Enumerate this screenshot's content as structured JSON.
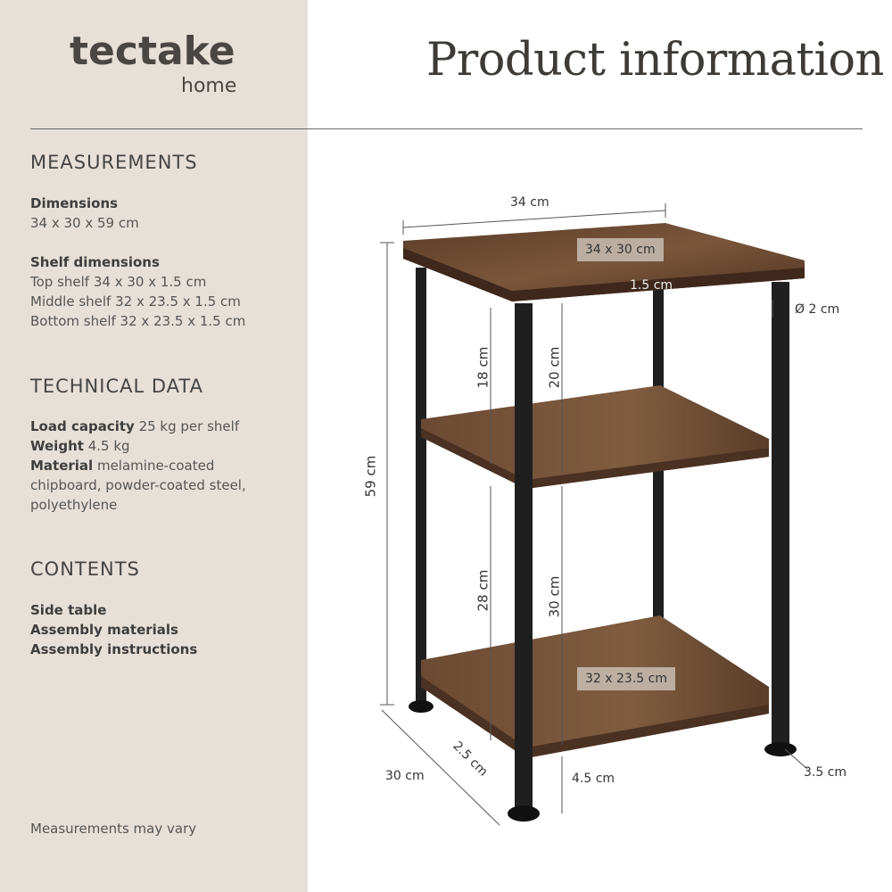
{
  "brand": {
    "name": "tectake",
    "sub": "home"
  },
  "heading": "Product information",
  "measurements": {
    "title": "MEASUREMENTS",
    "dimensions_label": "Dimensions",
    "dimensions_value": "34 x 30 x 59 cm",
    "shelf_label": "Shelf dimensions",
    "top_shelf": "Top shelf 34 x 30 x 1.5 cm",
    "middle_shelf": "Middle shelf 32 x 23.5 x 1.5 cm",
    "bottom_shelf": "Bottom shelf 32 x 23.5 x 1.5 cm"
  },
  "technical": {
    "title": "TECHNICAL DATA",
    "load_label": "Load capacity",
    "load_value": " 25 kg per shelf",
    "weight_label": "Weight",
    "weight_value": " 4.5 kg",
    "material_label": "Material",
    "material_line1": " melamine-coated",
    "material_line2": "chipboard, powder-coated steel,",
    "material_line3": "polyethylene"
  },
  "contents": {
    "title": "CONTENTS",
    "items": [
      "Side table",
      "Assembly materials",
      "Assembly instructions"
    ]
  },
  "footnote": "Measurements may vary",
  "diagram": {
    "width_top": "34 cm",
    "top_tag": "34 x 30 cm",
    "thickness": "1.5 cm",
    "diameter": "Ø 2 cm",
    "height_total": "59 cm",
    "gap_upper_inner": "18 cm",
    "gap_upper_outer": "20 cm",
    "gap_lower_inner": "28 cm",
    "gap_lower_outer": "30 cm",
    "bottom_tag": "32 x 23.5 cm",
    "depth": "30 cm",
    "foot_inset": "2.5 cm",
    "foot_height": "4.5 cm",
    "foot_offset": "3.5 cm"
  },
  "colors": {
    "sidebar": "#e7e0d8",
    "wood": "#6b4a33",
    "steel": "#1f1f1f"
  }
}
